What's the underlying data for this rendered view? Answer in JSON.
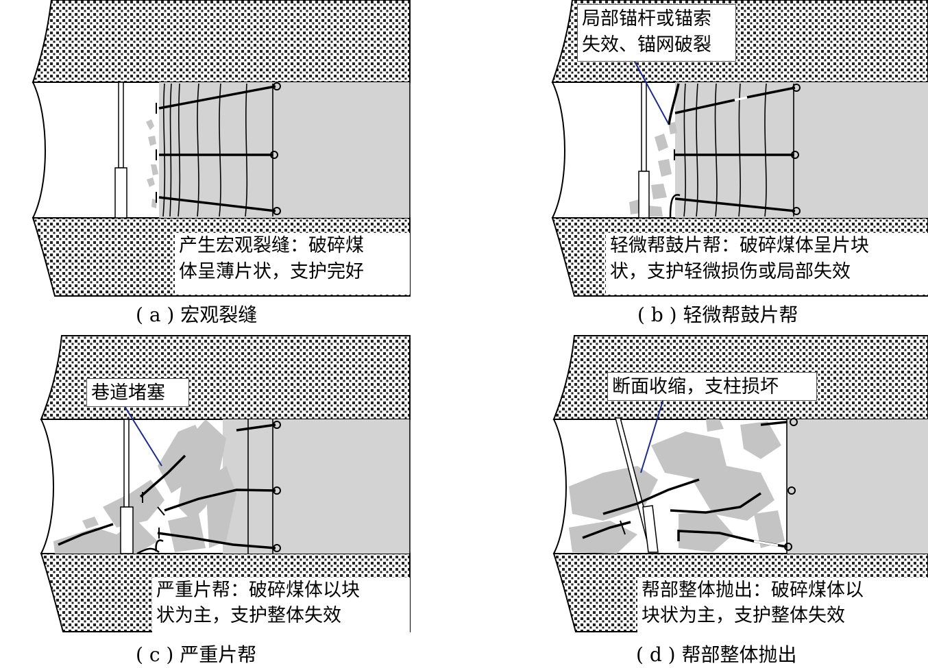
{
  "panels": [
    {
      "caption": "( a ) 宏观裂缝",
      "desc_line1": "产生宏观裂缝：破碎煤",
      "desc_line2": "体呈薄片状，支护完好"
    },
    {
      "caption": "( b ) 轻微帮鼓片帮",
      "desc_line1": "轻微帮鼓片帮：破碎煤体呈片块",
      "desc_line2": "状，支护轻微损伤或局部失效",
      "callout_line1": "局部锚杆或锚索",
      "callout_line2": "失效、锚网破裂"
    },
    {
      "caption": "( c ) 严重片帮",
      "desc_line1": "严重片帮：破碎煤体以块",
      "desc_line2": "状为主，支护整体失效",
      "callout": "巷道堵塞"
    },
    {
      "caption": "( d ) 帮部整体抛出",
      "desc_line1": "帮部整体抛出：破碎煤体以",
      "desc_line2": "块状为主，支护整体失效",
      "callout": "断面收缩，支柱损坏"
    }
  ],
  "colors": {
    "rock_fill": "#ffffff",
    "rock_dots": "#222222",
    "coal": "#d3d3d3",
    "fragments": "#c4c4c4",
    "leader_line": "#1a2b8c",
    "support": "#000000"
  }
}
